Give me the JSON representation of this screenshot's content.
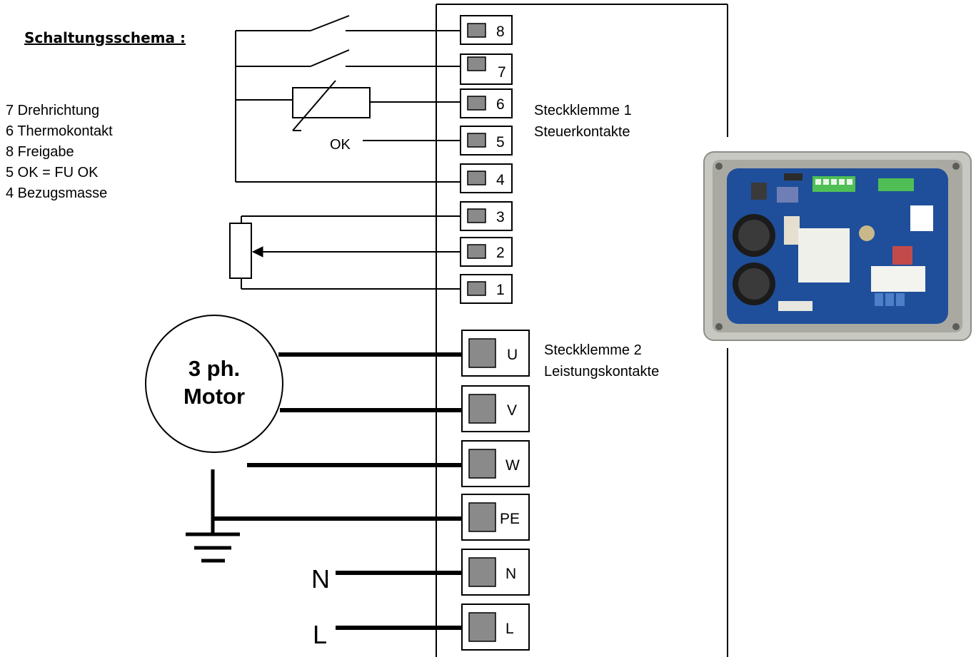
{
  "title": "Schaltungsschema :",
  "legend": [
    "7 Drehrichtung",
    "6 Thermokontakt",
    "8 Freigabe",
    "5 OK = FU OK",
    "4 Bezugsmasse"
  ],
  "block1": {
    "line1": "Steckklemme 1",
    "line2": "Steuerkontakte"
  },
  "block2": {
    "line1": "Steckklemme 2",
    "line2": "Leistungskontakte"
  },
  "control_terminals": [
    "8",
    "7",
    "6",
    "5",
    "4",
    "3",
    "2",
    "1"
  ],
  "power_terminals": [
    "U",
    "V",
    "W",
    "PE",
    "N",
    "L"
  ],
  "ok_label": "OK",
  "motor": {
    "line1": "3 ph.",
    "line2": "Motor"
  },
  "supply": {
    "n": "N",
    "l": "L"
  },
  "colors": {
    "line": "#000000",
    "terminal_fill": "#8a8a8a",
    "pcb_blue": "#1f4f9a",
    "housing": "#c8c8c2"
  }
}
